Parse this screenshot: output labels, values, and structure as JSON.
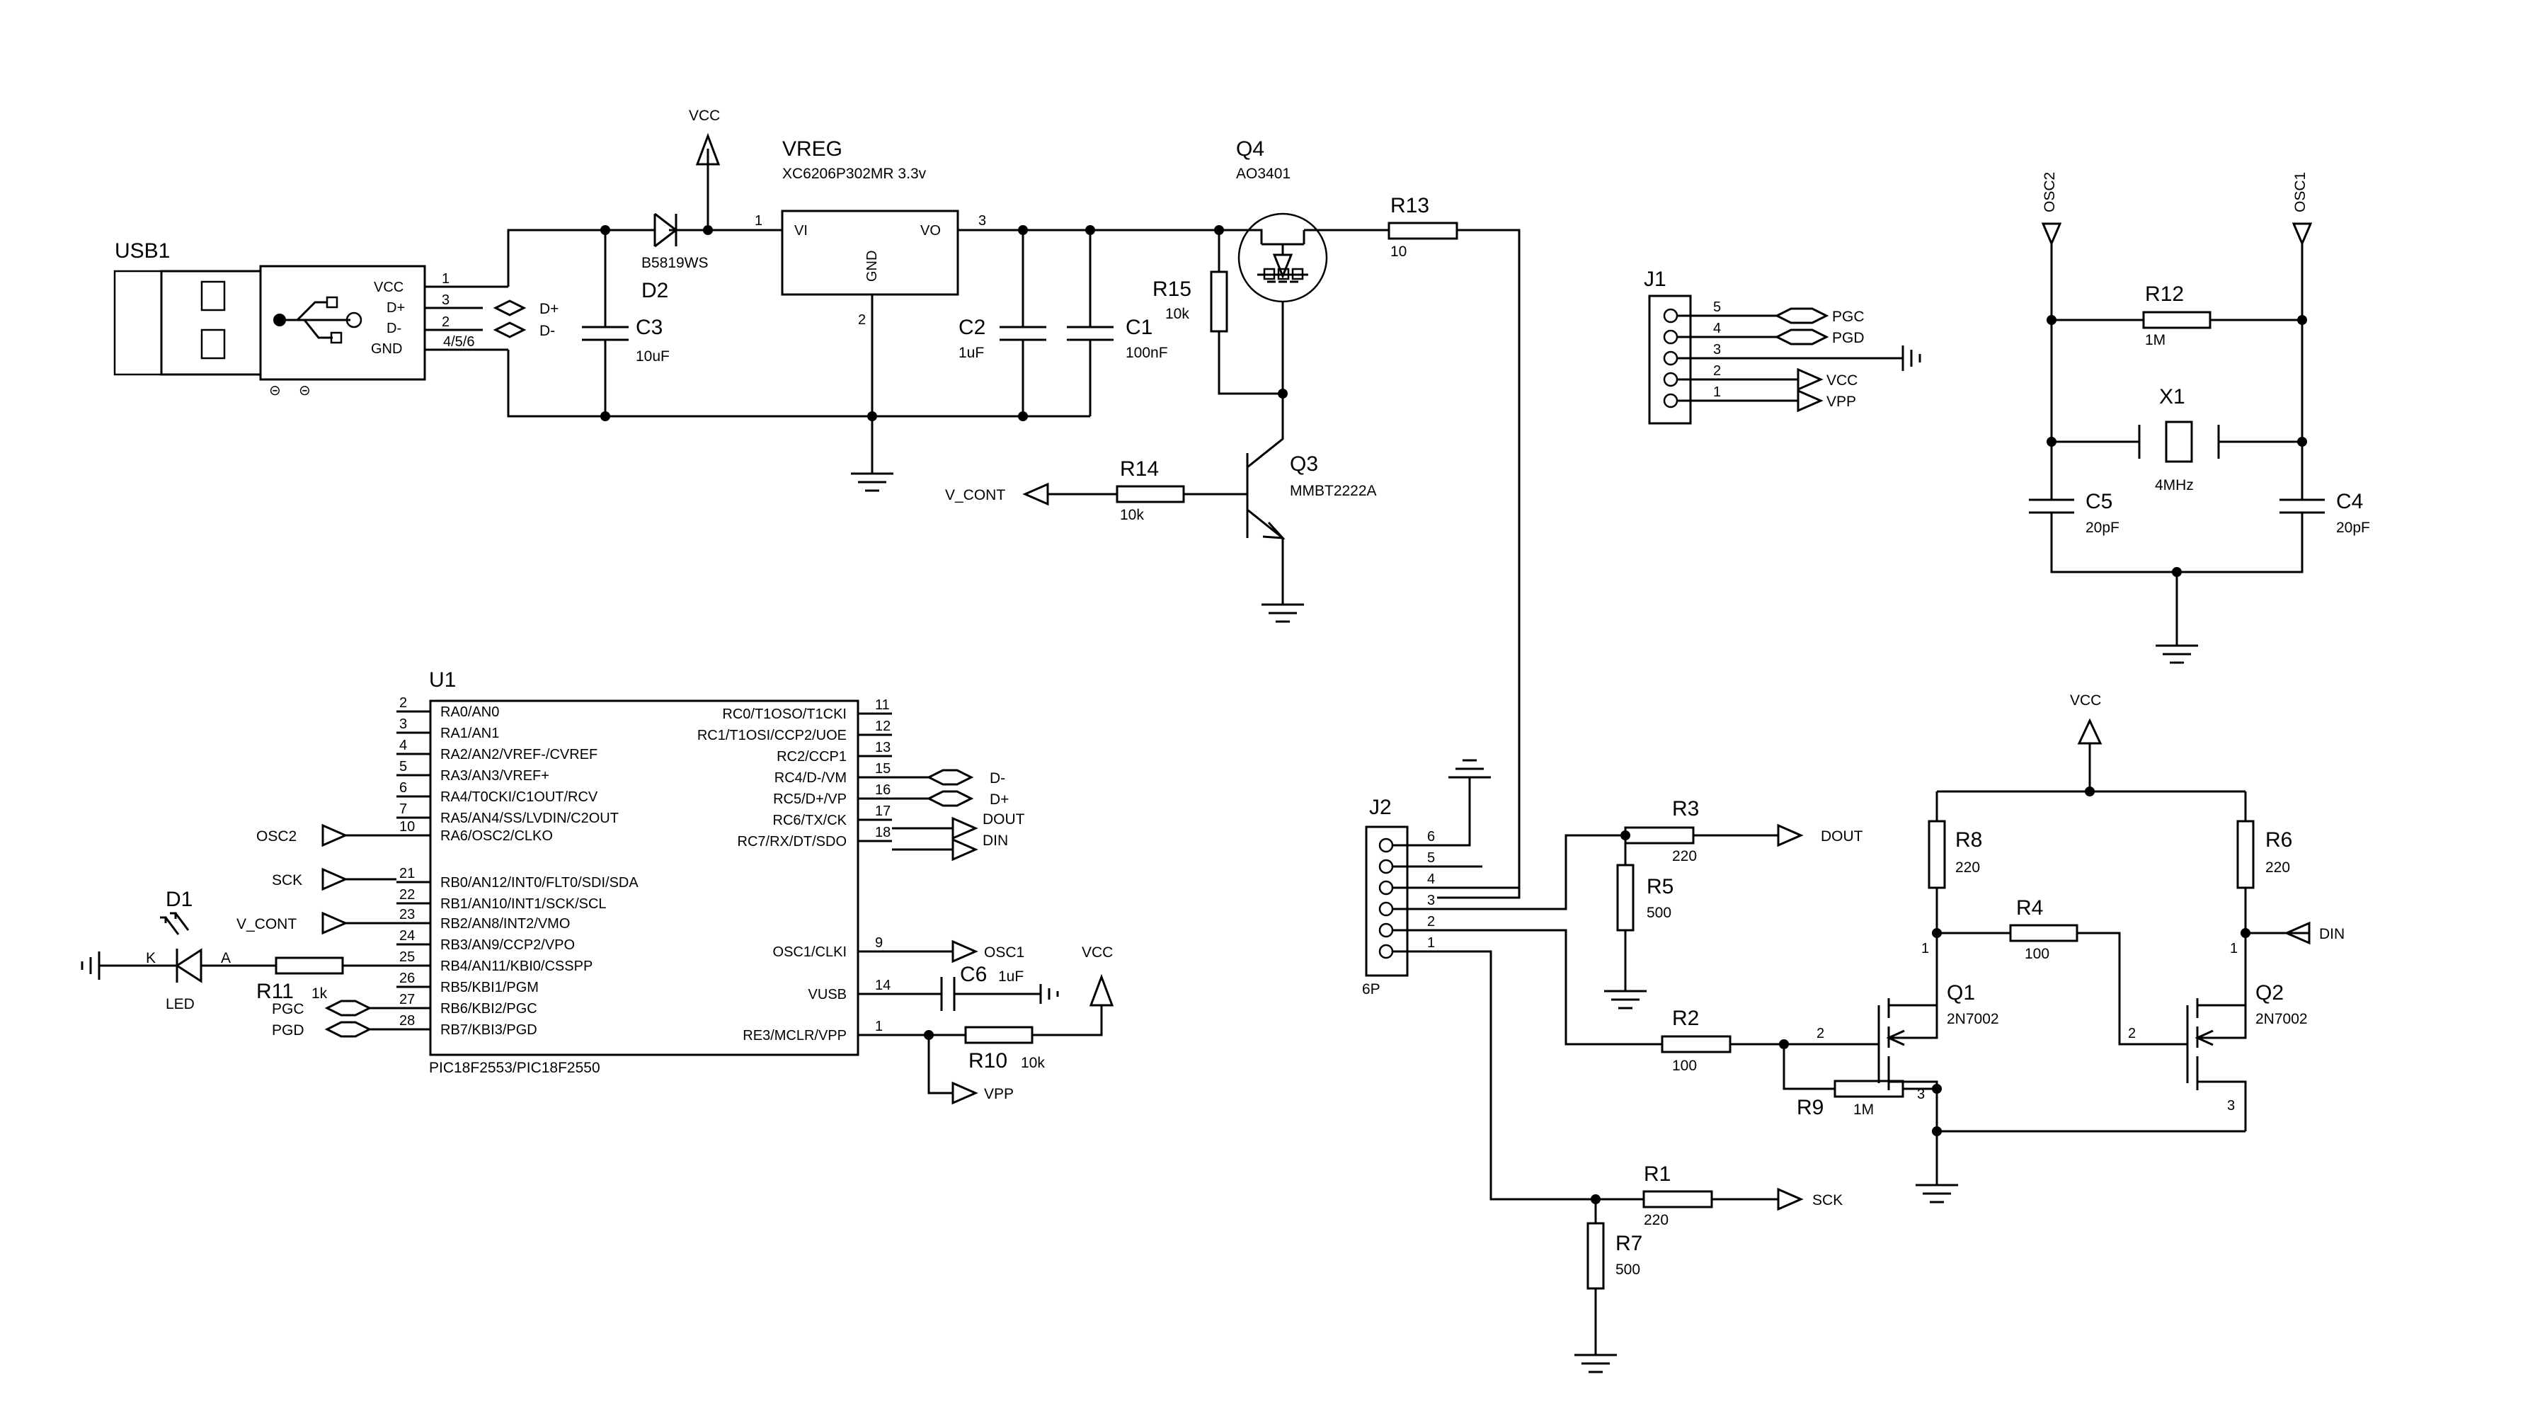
{
  "usb1": {
    "ref": "USB1",
    "pins": [
      "VCC",
      "D+",
      "D-",
      "GND"
    ],
    "pin_numbers": [
      "1",
      "3",
      "2",
      "4/5/6"
    ],
    "nets": [
      "D+",
      "D-"
    ],
    "symbols": [
      "⊝",
      "⊝"
    ]
  },
  "d2": {
    "ref": "D2",
    "value": "B5819WS"
  },
  "c3": {
    "ref": "C3",
    "value": "10uF"
  },
  "vreg": {
    "ref": "VREG",
    "value": "XC6206P302MR 3.3v",
    "pin_vi": "VI",
    "pin_vo": "VO",
    "pin_gnd": "GND",
    "num_vi": "1",
    "num_vo": "3",
    "num_gnd": "2"
  },
  "vcc_top": "VCC",
  "c2": {
    "ref": "C2",
    "value": "1uF"
  },
  "c1": {
    "ref": "C1",
    "value": "100nF"
  },
  "q4": {
    "ref": "Q4",
    "value": "AO3401"
  },
  "r13": {
    "ref": "R13",
    "value": "10"
  },
  "r15": {
    "ref": "R15",
    "value": "10k"
  },
  "q3": {
    "ref": "Q3",
    "value": "MMBT2222A"
  },
  "r14": {
    "ref": "R14",
    "value": "10k"
  },
  "v_cont": "V_CONT",
  "j1": {
    "ref": "J1",
    "pins": [
      "5",
      "4",
      "3",
      "2",
      "1"
    ],
    "nets": [
      "PGC",
      "PGD",
      "VCC",
      "VPP"
    ]
  },
  "osc": {
    "osc2": "OSC2",
    "osc1": "OSC1",
    "r12_ref": "R12",
    "r12_val": "1M",
    "x1_ref": "X1",
    "x1_val": "4MHz",
    "c5_ref": "C5",
    "c5_val": "20pF",
    "c4_ref": "C4",
    "c4_val": "20pF"
  },
  "u1": {
    "ref": "U1",
    "part": "PIC18F2553/PIC18F2550",
    "left_pins": [
      {
        "num": "2",
        "name": "RA0/AN0"
      },
      {
        "num": "3",
        "name": "RA1/AN1"
      },
      {
        "num": "4",
        "name": "RA2/AN2/VREF-/CVREF"
      },
      {
        "num": "5",
        "name": "RA3/AN3/VREF+"
      },
      {
        "num": "6",
        "name": "RA4/T0CKI/C1OUT/RCV"
      },
      {
        "num": "7",
        "name": "RA5/AN4/SS/LVDIN/C2OUT"
      },
      {
        "num": "10",
        "name": "RA6/OSC2/CLKO"
      },
      {
        "num": "21",
        "name": "RB0/AN12/INT0/FLT0/SDI/SDA"
      },
      {
        "num": "22",
        "name": "RB1/AN10/INT1/SCK/SCL"
      },
      {
        "num": "23",
        "name": "RB2/AN8/INT2/VMO"
      },
      {
        "num": "24",
        "name": "RB3/AN9/CCP2/VPO"
      },
      {
        "num": "25",
        "name": "RB4/AN11/KBI0/CSSPP"
      },
      {
        "num": "26",
        "name": "RB5/KBI1/PGM"
      },
      {
        "num": "27",
        "name": "RB6/KBI2/PGC"
      },
      {
        "num": "28",
        "name": "RB7/KBI3/PGD"
      }
    ],
    "right_pins": [
      {
        "num": "11",
        "name": "RC0/T1OSO/T1CKI"
      },
      {
        "num": "12",
        "name": "RC1/T1OSI/CCP2/UOE"
      },
      {
        "num": "13",
        "name": "RC2/CCP1"
      },
      {
        "num": "15",
        "name": "RC4/D-/VM"
      },
      {
        "num": "16",
        "name": "RC5/D+/VP"
      },
      {
        "num": "17",
        "name": "RC6/TX/CK"
      },
      {
        "num": "18",
        "name": "RC7/RX/DT/SDO"
      },
      {
        "num": "9",
        "name": "OSC1/CLKI"
      },
      {
        "num": "14",
        "name": "VUSB"
      },
      {
        "num": "1",
        "name": "RE3/MCLR/VPP"
      }
    ],
    "left_nets": [
      "OSC2",
      "SCK",
      "V_CONT",
      "PGC",
      "PGD"
    ],
    "right_nets": [
      "D-",
      "D+",
      "DOUT",
      "DIN",
      "OSC1",
      "VPP"
    ]
  },
  "d1": {
    "ref": "D1",
    "value": "LED",
    "k": "K",
    "a": "A"
  },
  "r11": {
    "ref": "R11",
    "value": "1k"
  },
  "c6": {
    "ref": "C6",
    "value": "1uF"
  },
  "r10": {
    "ref": "R10",
    "value": "10k"
  },
  "vcc_mid": "VCC",
  "j2": {
    "ref": "J2",
    "value": "6P",
    "pins": [
      "6",
      "5",
      "4",
      "3",
      "2",
      "1"
    ]
  },
  "r3": {
    "ref": "R3",
    "value": "220",
    "net": "DOUT"
  },
  "r5": {
    "ref": "R5",
    "value": "500"
  },
  "r2": {
    "ref": "R2",
    "value": "100"
  },
  "r9": {
    "ref": "R9",
    "value": "1M"
  },
  "r1": {
    "ref": "R1",
    "value": "220",
    "net": "SCK"
  },
  "r7": {
    "ref": "R7",
    "value": "500"
  },
  "vcc_right": "VCC",
  "r8": {
    "ref": "R8",
    "value": "220"
  },
  "r6": {
    "ref": "R6",
    "value": "220"
  },
  "r4": {
    "ref": "R4",
    "value": "100"
  },
  "din": "DIN",
  "q1": {
    "ref": "Q1",
    "value": "2N7002",
    "pins": [
      "1",
      "2",
      "3"
    ]
  },
  "q2": {
    "ref": "Q2",
    "value": "2N7002",
    "pins": [
      "1",
      "2",
      "3"
    ]
  }
}
